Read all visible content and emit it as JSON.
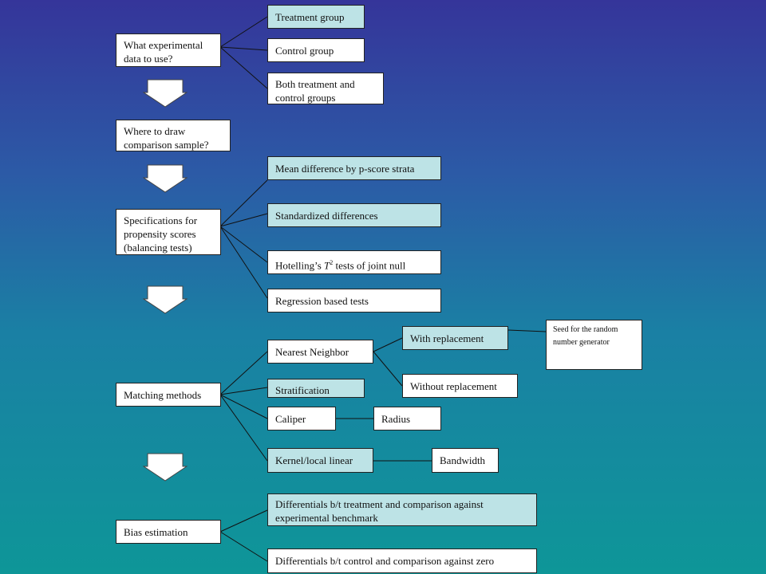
{
  "steps": {
    "experimental_data": "What experimental data to use?",
    "comparison_sample": "Where to draw comparison sample?",
    "propensity_specs": "Specifications for propensity scores (balancing tests)",
    "matching_methods": "Matching methods",
    "bias_estimation": "Bias estimation"
  },
  "data_options": {
    "treatment": "Treatment group",
    "control": "Control group",
    "both": "Both treatment and control groups"
  },
  "balancing_tests": {
    "mean_diff": "Mean difference by p-score strata",
    "standardized": "Standardized differences",
    "hotelling_prefix": "Hotelling’s ",
    "hotelling_t": "T",
    "hotelling_sup": "2",
    "hotelling_suffix": " tests of joint null",
    "regression": "Regression based tests"
  },
  "matching": {
    "nearest_neighbor": "Nearest Neighbor",
    "with_replacement": "With replacement",
    "without_replacement": "Without replacement",
    "seed": "Seed for the random number generator",
    "stratification": "Stratification",
    "caliper": "Caliper",
    "radius": "Radius",
    "kernel": "Kernel/local linear",
    "bandwidth": "Bandwidth"
  },
  "bias": {
    "differentials_treatment": "Differentials b/t treatment and comparison against experimental benchmark",
    "differentials_control": "Differentials b/t control and comparison against zero"
  },
  "colors": {
    "box_fill": "#ffffff",
    "highlight_fill": "#bde3e6",
    "line": "#111111",
    "bg_top": "#35359a",
    "bg_bottom": "#0e9698"
  }
}
